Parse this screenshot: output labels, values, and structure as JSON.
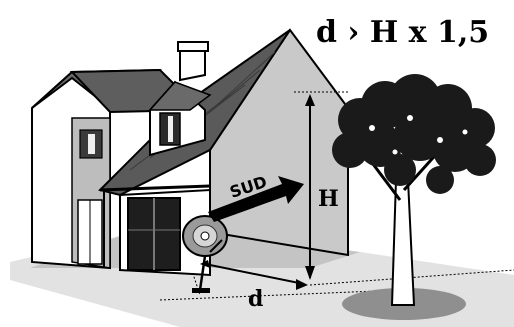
{
  "formula": "d › H x 1,5",
  "labels": {
    "direction": "SUD",
    "height": "H",
    "distance": "d"
  },
  "colors": {
    "ground": "#d9d9d9",
    "shadow": "#bdbdbd",
    "roof": "#5a5a5a",
    "wall_light": "#ffffff",
    "wall_shade": "#cfcfcf",
    "ink": "#000000"
  }
}
